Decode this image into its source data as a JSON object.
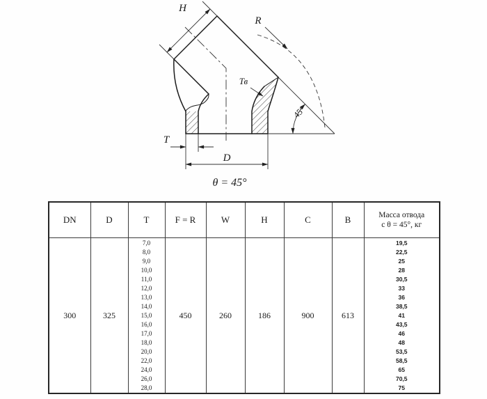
{
  "diagram": {
    "labels": {
      "h": "H",
      "r": "R",
      "tv": "Тв",
      "angle": "45°",
      "t": "T",
      "d": "D"
    },
    "caption": "θ = 45°"
  },
  "table": {
    "headers": [
      "DN",
      "D",
      "T",
      "F = R",
      "W",
      "H",
      "C",
      "B"
    ],
    "mass_header": {
      "line1": "Масса отвода",
      "line2": "с θ = 45°, кг"
    },
    "row": {
      "dn": "300",
      "d": "325",
      "fr": "450",
      "w": "260",
      "h": "186",
      "c": "900",
      "b": "613",
      "t_values": [
        "7,0",
        "8,0",
        "9,0",
        "10,0",
        "11,0",
        "12,0",
        "13,0",
        "14,0",
        "15,0",
        "16,0",
        "17,0",
        "18,0",
        "20,0",
        "22,0",
        "24,0",
        "26,0",
        "28,0"
      ],
      "mass_values": [
        "19,5",
        "22,5",
        "25",
        "28",
        "30,5",
        "33",
        "36",
        "38,5",
        "41",
        "43,5",
        "46",
        "48",
        "53,5",
        "58,5",
        "65",
        "70,5",
        "75"
      ]
    }
  }
}
